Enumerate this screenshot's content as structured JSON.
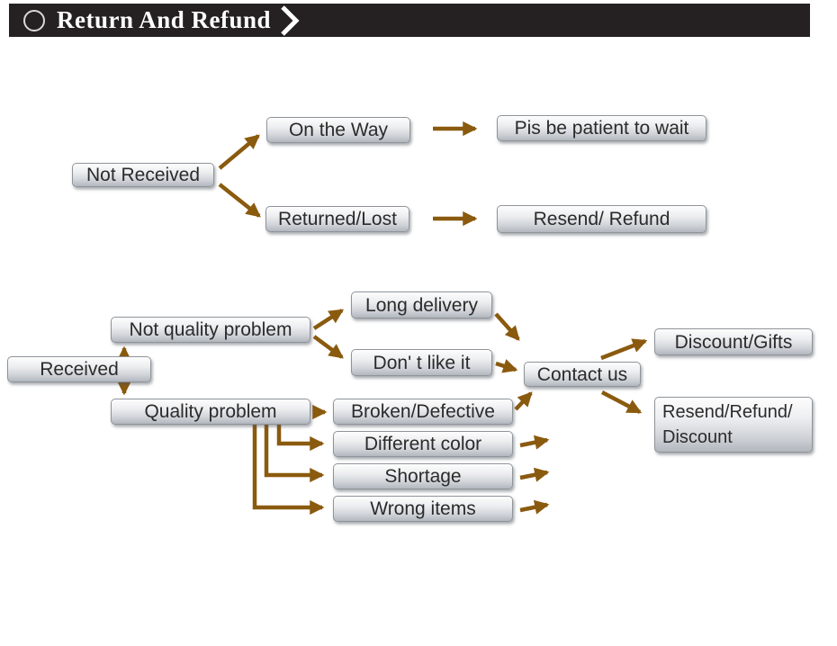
{
  "header": {
    "title": "Return And Refund",
    "icons": [
      "circle-icon",
      "chevron-right-icon"
    ]
  },
  "colors": {
    "header_bg": "#252122",
    "arrow": "#8a5a0e",
    "box_border": "#8f9499",
    "box_text": "#2b2b2b"
  },
  "flowchart": {
    "boxes": {
      "not_received": "Not Received",
      "on_the_way": "On the Way",
      "pls_be_patient": "Pis be patient to wait",
      "returned_lost": "Returned/Lost",
      "resend_refund": "Resend/ Refund",
      "not_quality_problem": "Not quality problem",
      "received": "Received",
      "quality_problem": "Quality problem",
      "long_delivery": "Long delivery",
      "dont_like_it": "Don' t like it",
      "contact_us": "Contact us",
      "discount_gifts": "Discount/Gifts",
      "resend_refund_discount": "Resend/Refund/\nDiscount",
      "broken_defective": "Broken/Defective",
      "different_color": "Different color",
      "shortage": "Shortage",
      "wrong_items": "Wrong items"
    },
    "edges": [
      {
        "from": "Not Received",
        "to": "On the Way"
      },
      {
        "from": "Not Received",
        "to": "Returned/Lost"
      },
      {
        "from": "On the Way",
        "to": "Pis be patient to wait"
      },
      {
        "from": "Returned/Lost",
        "to": "Resend/ Refund"
      },
      {
        "from": "Received",
        "to": "Not quality problem"
      },
      {
        "from": "Received",
        "to": "Quality problem"
      },
      {
        "from": "Not quality problem",
        "to": "Long delivery"
      },
      {
        "from": "Not quality problem",
        "to": "Don' t like it"
      },
      {
        "from": "Long delivery",
        "to": "Contact us"
      },
      {
        "from": "Don' t like it",
        "to": "Contact us"
      },
      {
        "from": "Quality problem",
        "to": "Broken/Defective"
      },
      {
        "from": "Quality problem",
        "to": "Different color"
      },
      {
        "from": "Quality problem",
        "to": "Shortage"
      },
      {
        "from": "Quality problem",
        "to": "Wrong items"
      },
      {
        "from": "Broken/Defective",
        "to": "Contact us"
      },
      {
        "from": "Different color",
        "to": "Contact us"
      },
      {
        "from": "Shortage",
        "to": "Contact us"
      },
      {
        "from": "Wrong items",
        "to": "Contact us"
      },
      {
        "from": "Contact us",
        "to": "Discount/Gifts"
      },
      {
        "from": "Contact us",
        "to": "Resend/Refund/ Discount"
      }
    ]
  }
}
